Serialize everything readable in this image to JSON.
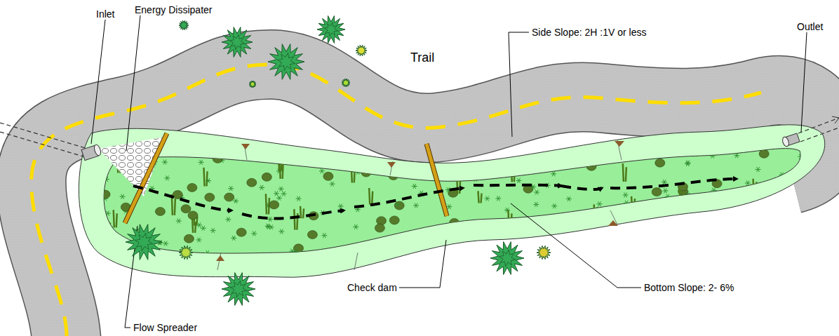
{
  "diagram": {
    "labels": [
      "Inlet",
      "Energy Dissipater",
      "Trail",
      "Side Slope: 2H :1V or less",
      "Outlet",
      "Check dam",
      "Bottom Slope: 2- 6%",
      "Flow Spreader"
    ]
  }
}
